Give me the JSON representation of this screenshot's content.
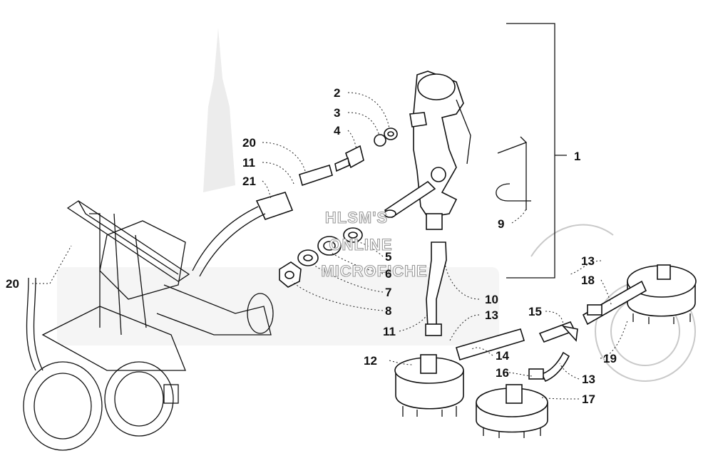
{
  "diagram": {
    "callouts": [
      {
        "id": "c1",
        "text": "1"
      },
      {
        "id": "c2",
        "text": "2"
      },
      {
        "id": "c3",
        "text": "3"
      },
      {
        "id": "c4",
        "text": "4"
      },
      {
        "id": "c20a",
        "text": "20"
      },
      {
        "id": "c11a",
        "text": "11"
      },
      {
        "id": "c21",
        "text": "21"
      },
      {
        "id": "c9",
        "text": "9"
      },
      {
        "id": "c5",
        "text": "5"
      },
      {
        "id": "c6",
        "text": "6"
      },
      {
        "id": "c7",
        "text": "7"
      },
      {
        "id": "c8",
        "text": "8"
      },
      {
        "id": "c20b",
        "text": "20"
      },
      {
        "id": "c10",
        "text": "10"
      },
      {
        "id": "c13a",
        "text": "13"
      },
      {
        "id": "c11b",
        "text": "11"
      },
      {
        "id": "c15",
        "text": "15"
      },
      {
        "id": "c13b",
        "text": "13"
      },
      {
        "id": "c18",
        "text": "18"
      },
      {
        "id": "c14",
        "text": "14"
      },
      {
        "id": "c12",
        "text": "12"
      },
      {
        "id": "c19",
        "text": "19"
      },
      {
        "id": "c16",
        "text": "16"
      },
      {
        "id": "c13c",
        "text": "13"
      },
      {
        "id": "c17",
        "text": "17"
      }
    ],
    "watermark": [
      "HLSM'S",
      "ONLINE",
      "MICROFICHE"
    ]
  }
}
